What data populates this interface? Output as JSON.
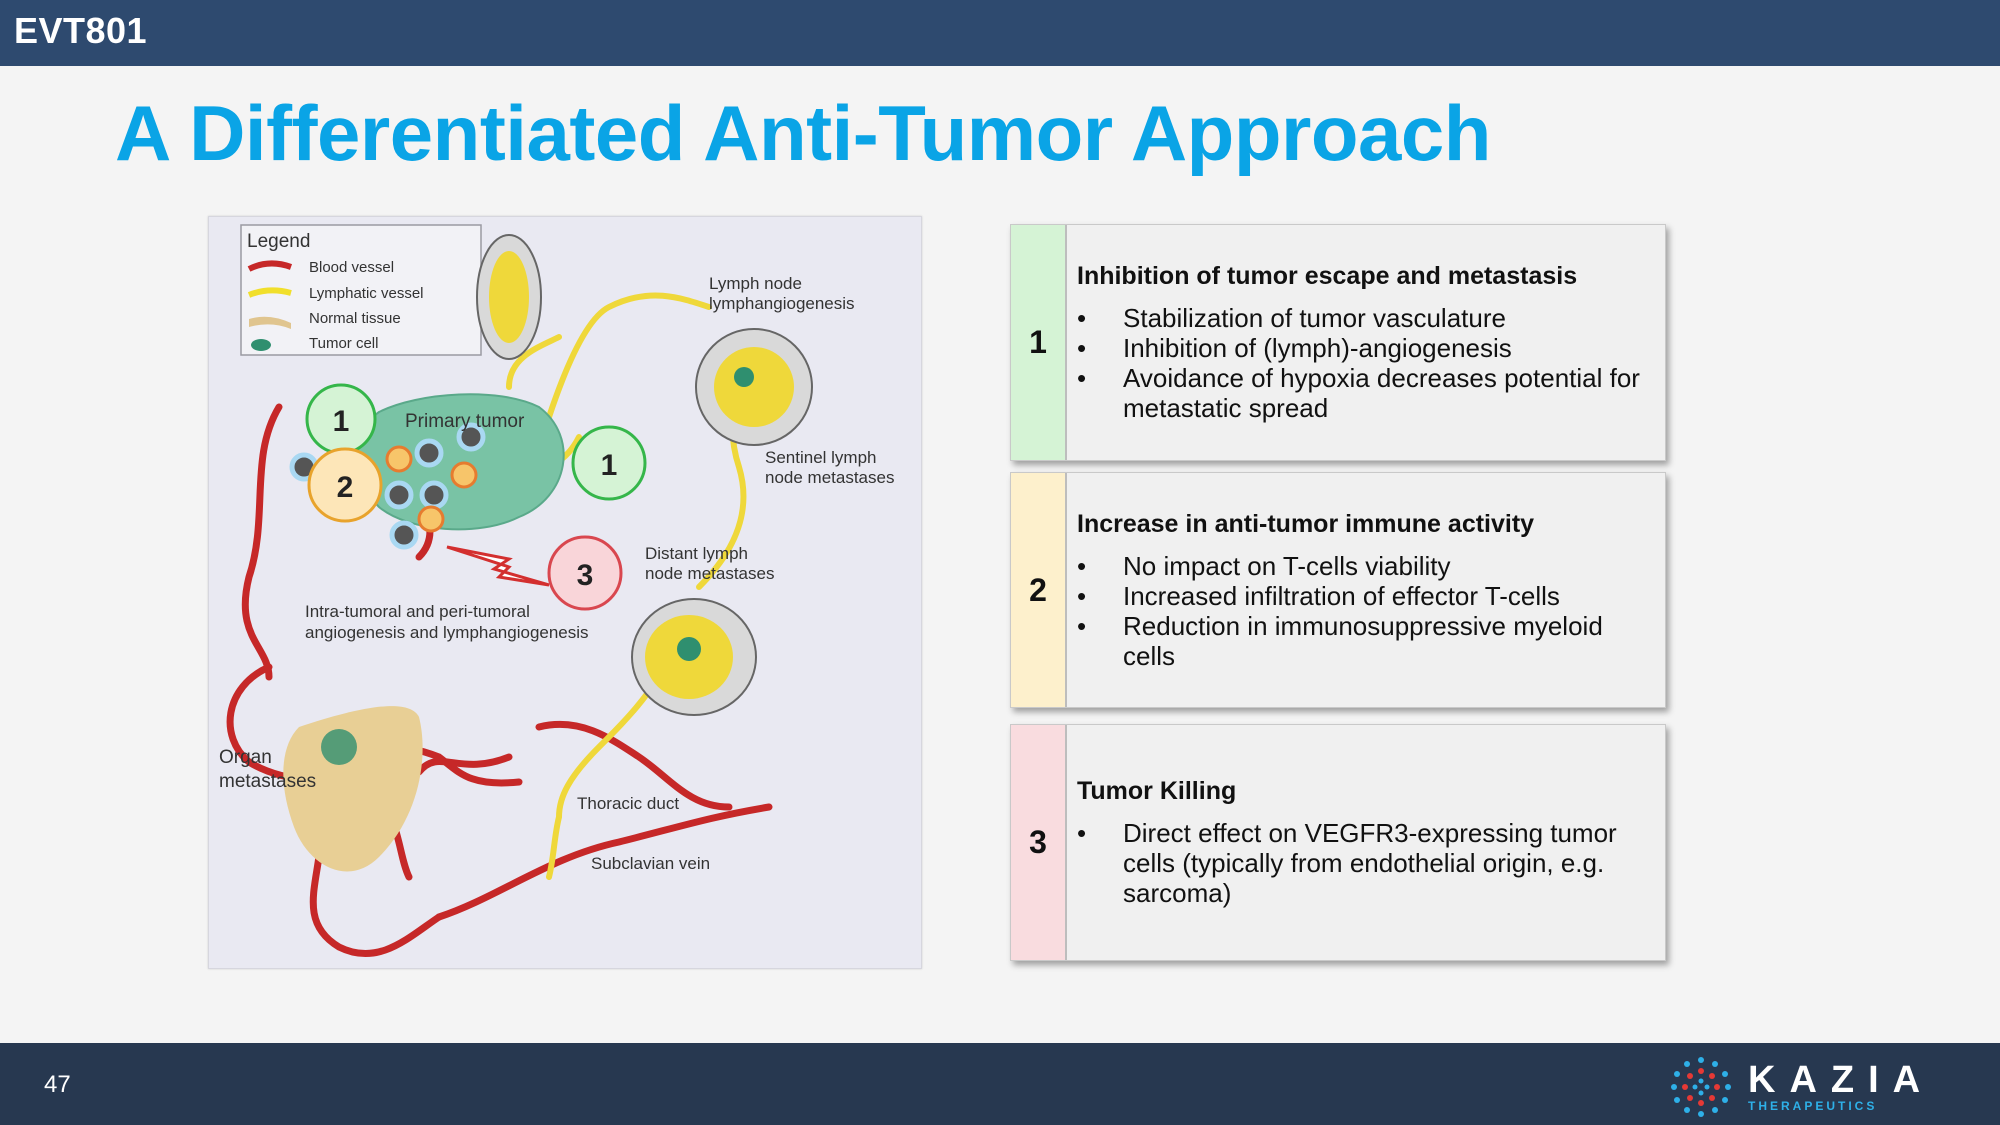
{
  "header": {
    "brand": "EVT801"
  },
  "title": "A Differentiated Anti-Tumor Approach",
  "figure": {
    "legend": {
      "title": "Legend",
      "items": [
        "Blood vessel",
        "Lymphatic vessel",
        "Normal tissue",
        "Tumor cell"
      ]
    },
    "labels": {
      "lymph_node_1": "Lymph node",
      "lymph_node_2": "lymphangiogenesis",
      "primary_tumor": "Primary tumor",
      "sentinel_1": "Sentinel lymph",
      "sentinel_2": "node metastases",
      "distant_1": "Distant lymph",
      "distant_2": "node metastases",
      "intra_1": "Intra-tumoral and peri-tumoral",
      "intra_2": "angiogenesis and lymphangiogenesis",
      "organ_1": "Organ",
      "organ_2": "metastases",
      "thoracic": "Thoracic duct",
      "subclavian": "Subclavian vein"
    },
    "markers": [
      "1",
      "2",
      "1",
      "3"
    ]
  },
  "cards": [
    {
      "number": "1",
      "color": "#d5f3d5",
      "heading": "Inhibition of tumor escape and metastasis",
      "bullets": [
        "Stabilization of tumor vasculature",
        "Inhibition of (lymph)-angiogenesis",
        "Avoidance of hypoxia decreases potential for metastatic spread"
      ]
    },
    {
      "number": "2",
      "color": "#fdf0cc",
      "heading": "Increase in anti-tumor immune activity",
      "bullets": [
        "No impact on T-cells viability",
        "Increased infiltration of effector T-cells",
        "Reduction in immunosuppressive myeloid cells"
      ]
    },
    {
      "number": "3",
      "color": "#f9dcdf",
      "heading": "Tumor Killing",
      "bullets": [
        "Direct effect on VEGFR3-expressing tumor cells (typically from endothelial origin, e.g. sarcoma)"
      ]
    }
  ],
  "footer": {
    "page_number": "47",
    "logo_name": "KAZIA",
    "logo_sub": "THERAPEUTICS"
  }
}
